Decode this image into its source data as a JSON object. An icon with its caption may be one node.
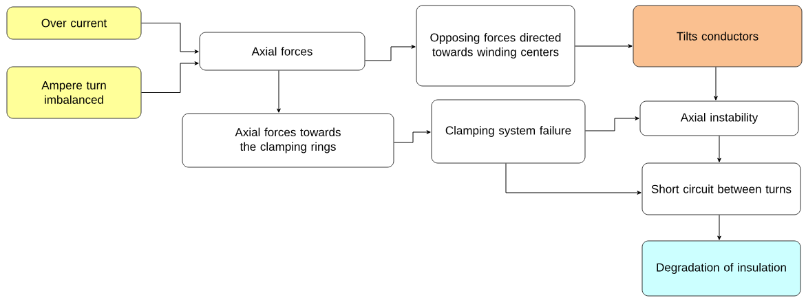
{
  "diagram": {
    "nodes": [
      {
        "text": [
          "Over current"
        ]
      },
      {
        "text": [
          "Ampere turn imbalanced"
        ]
      },
      {
        "text": [
          "Axial forces"
        ]
      },
      {
        "text": [
          "Opposing forces directed towards winding centers"
        ]
      },
      {
        "text": [
          "Tilts conductors"
        ]
      },
      {
        "text": [
          "Axial forces towards the clamping rings"
        ]
      },
      {
        "text": [
          "Clamping system failure"
        ]
      },
      {
        "text": [
          "Axial instability"
        ]
      },
      {
        "text": [
          "Short circuit between turns"
        ]
      },
      {
        "text": [
          "Degradation of insulation"
        ]
      }
    ],
    "edges": [
      {
        "from": 0,
        "to": 2,
        "arrow": "to"
      },
      {
        "from": 1,
        "to": 2,
        "arrow": "to"
      },
      {
        "from": 2,
        "to": 3,
        "arrow": "to"
      },
      {
        "from": 3,
        "to": 4,
        "arrow": "to"
      },
      {
        "from": 2,
        "to": 5,
        "arrow": "to"
      },
      {
        "from": 5,
        "to": 6,
        "arrow": "to"
      },
      {
        "from": 6,
        "to": 7,
        "arrow": "to"
      },
      {
        "from": 4,
        "to": 7,
        "arrow": "to"
      },
      {
        "from": 7,
        "to": 8,
        "arrow": "to"
      },
      {
        "from": 6,
        "to": 8,
        "arrow": "to"
      },
      {
        "from": 8,
        "to": 9,
        "arrow": "to"
      }
    ]
  }
}
